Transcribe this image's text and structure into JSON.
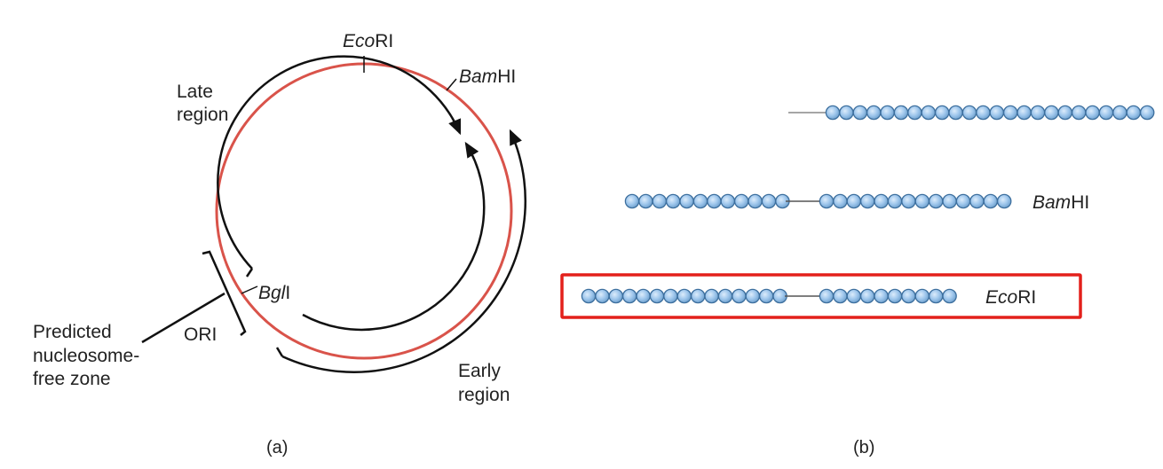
{
  "panel_a": {
    "caption": "(a)",
    "late_region": [
      "Late",
      "region"
    ],
    "early_region": [
      "Early",
      "region"
    ],
    "nucleosome_free": [
      "Predicted",
      "nucleosome-",
      "free zone"
    ],
    "ori": "ORI",
    "sites": [
      {
        "italic": "Eco",
        "plain": "RI"
      },
      {
        "italic": "Bam",
        "plain": "HI"
      },
      {
        "italic": "Bgl",
        "plain": "I"
      }
    ],
    "colors": {
      "genome_circle": "#d9534a",
      "transcript_arcs": "#111111"
    }
  },
  "panel_b": {
    "caption": "(b)",
    "rows": [
      {
        "italic": "",
        "plain": "",
        "highlighted": false
      },
      {
        "italic": "Bam",
        "plain": "HI",
        "highlighted": false
      },
      {
        "italic": "Eco",
        "plain": "RI",
        "highlighted": true
      }
    ],
    "colors": {
      "nucleosome_fill": "#9ec6ec",
      "nucleosome_stroke": "#3d6f9e",
      "highlight_box": "#e3201b"
    }
  }
}
